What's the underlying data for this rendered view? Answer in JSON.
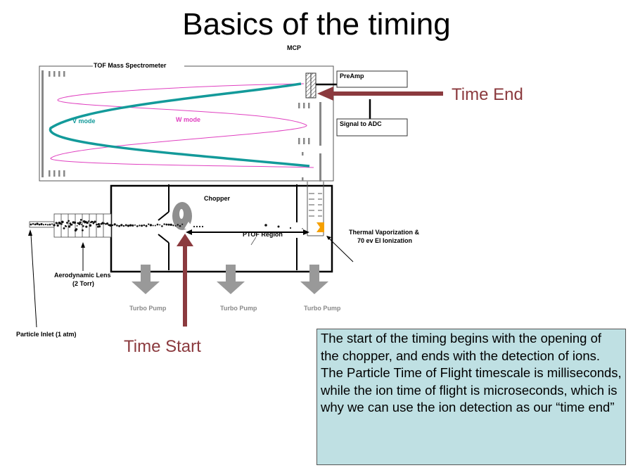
{
  "slide": {
    "title": "Basics of the timing"
  },
  "labels": {
    "mcp": "MCP",
    "tof_ms": "TOF Mass Spectrometer",
    "v_mode": "V mode",
    "w_mode": "W mode",
    "preamp": "PreAmp",
    "signal_adc": "Signal to ADC",
    "time_end": "Time End",
    "chopper": "Chopper",
    "ptof_region": "PTOF Region",
    "thermal_line1": "Thermal Vaporization &",
    "thermal_line2": "70 ev El Ionization",
    "aero_line1": "Aerodynamic Lens",
    "aero_line2": "(2 Torr)",
    "particle_inlet": "Particle Inlet (1 atm)",
    "turbo_pumps": [
      "Turbo Pump",
      "Turbo Pump",
      "Turbo Pump"
    ],
    "time_start": "Time Start"
  },
  "textbox": {
    "text": "The start of the timing begins with the opening of the chopper, and ends with the detection of ions.  The Particle Time of Flight timescale is milliseconds, while the ion time of flight is microseconds, which is why we can use the ion detection as our “time end”"
  },
  "colors": {
    "time_arrow": "#8b3a3e",
    "v_mode": "#139a9a",
    "w_mode": "#e040c0",
    "pump_gray": "#999999",
    "heater_orange": "#f5a000",
    "textbox_bg": "#bfe0e3"
  }
}
